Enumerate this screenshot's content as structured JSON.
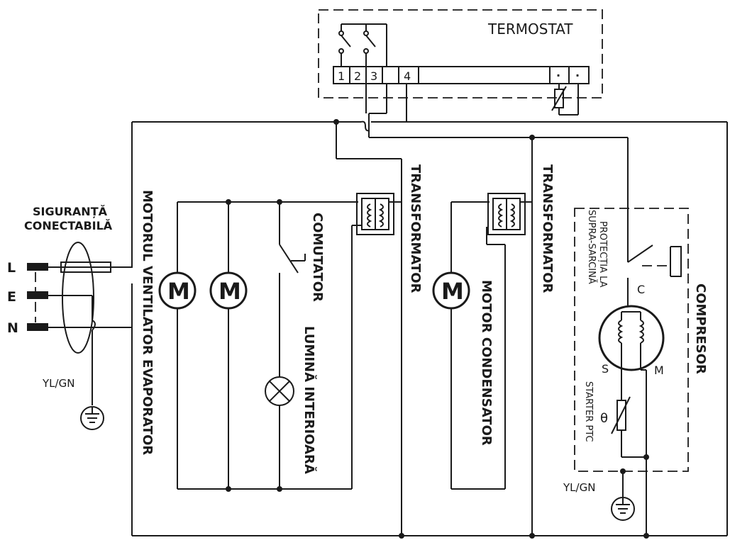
{
  "labels": {
    "termostat": "TERMOSTAT",
    "terminal_1": "1",
    "terminal_2": "2",
    "terminal_3": "3",
    "terminal_4": "4",
    "terminal_dot_a": "·",
    "terminal_dot_b": "·",
    "siguranta_1": "SIGURANȚĂ",
    "siguranta_2": "CONECTABILĂ",
    "line_L": "L",
    "line_E": "E",
    "line_N": "N",
    "yl_gn_left": "YL/GN",
    "yl_gn_right": "YL/GN",
    "motor_ventilator": "MOTORUL VENTILATOR EVAPORATOR",
    "comutator": "COMUTATOR",
    "lumina_interioara": "LUMINĂ INTERIOARĂ",
    "transformator_1": "TRANSFORMATOR",
    "transformator_2": "TRANSFORMATOR",
    "motor_condensator": "MOTOR CONDENSATOR",
    "protectia_1": "PROTECȚIA LA",
    "protectia_2": "SUPRA-SARCINĂ",
    "compresor": "COMPRESOR",
    "starter_ptc": "STARTER PTC",
    "theta": "θ",
    "terminal_C": "C",
    "terminal_S": "S",
    "terminal_M": "M",
    "motor_symbol": "M"
  }
}
